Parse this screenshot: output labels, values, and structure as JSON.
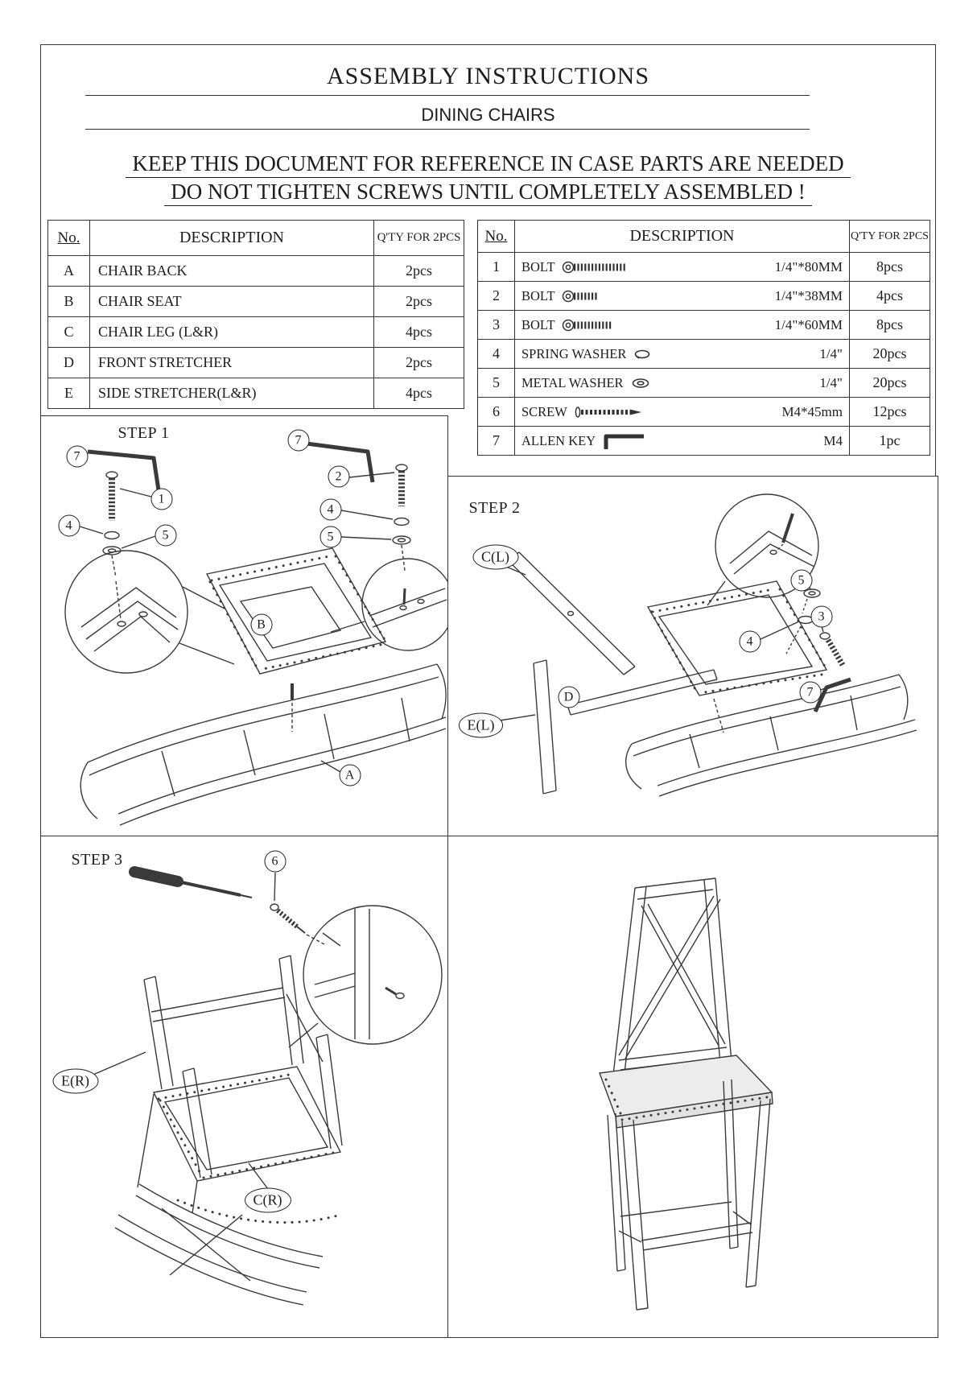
{
  "header": {
    "title": "ASSEMBLY INSTRUCTIONS",
    "subtitle": "DINING CHAIRS",
    "notice_line1": "KEEP THIS DOCUMENT FOR REFERENCE IN CASE PARTS ARE NEEDED",
    "notice_line2": "DO NOT TIGHTEN SCREWS UNTIL COMPLETELY ASSEMBLED !"
  },
  "parts_table": {
    "col_no": "No.",
    "col_description": "DESCRIPTION",
    "col_qty": "Q'TY FOR 2PCS",
    "rows": [
      {
        "no": "A",
        "description": "CHAIR BACK",
        "qty": "2pcs"
      },
      {
        "no": "B",
        "description": "CHAIR SEAT",
        "qty": "2pcs"
      },
      {
        "no": "C",
        "description": "CHAIR LEG (L&R)",
        "qty": "4pcs"
      },
      {
        "no": "D",
        "description": "FRONT STRETCHER",
        "qty": "2pcs"
      },
      {
        "no": "E",
        "description": "SIDE STRETCHER(L&R)",
        "qty": "4pcs"
      }
    ]
  },
  "hardware_table": {
    "col_no": "No.",
    "col_description": "DESCRIPTION",
    "col_qty": "Q'TY FOR 2PCS",
    "rows": [
      {
        "no": "1",
        "name": "BOLT",
        "spec": "1/4\"*80MM",
        "qty": "8pcs"
      },
      {
        "no": "2",
        "name": "BOLT",
        "spec": "1/4\"*38MM",
        "qty": "4pcs"
      },
      {
        "no": "3",
        "name": "BOLT",
        "spec": "1/4\"*60MM",
        "qty": "8pcs"
      },
      {
        "no": "4",
        "name": "SPRING WASHER",
        "spec": "1/4\"",
        "qty": "20pcs"
      },
      {
        "no": "5",
        "name": "METAL WASHER",
        "spec": "1/4\"",
        "qty": "20pcs"
      },
      {
        "no": "6",
        "name": "SCREW",
        "spec": "M4*45mm",
        "qty": "12pcs"
      },
      {
        "no": "7",
        "name": "ALLEN KEY",
        "spec": "M4",
        "qty": "1pc"
      }
    ]
  },
  "steps": {
    "step1": {
      "label": "STEP 1",
      "callouts": [
        "7",
        "1",
        "4",
        "5",
        "7",
        "2",
        "4",
        "5"
      ],
      "part_labels": [
        "B",
        "A"
      ]
    },
    "step2": {
      "label": "STEP 2",
      "callouts": [
        "5",
        "3",
        "4",
        "7"
      ],
      "part_labels": [
        "C(L)",
        "D",
        "E(L)"
      ]
    },
    "step3": {
      "label": "STEP 3",
      "callouts": [
        "6"
      ],
      "part_labels": [
        "E(R)",
        "C(R)"
      ]
    }
  }
}
